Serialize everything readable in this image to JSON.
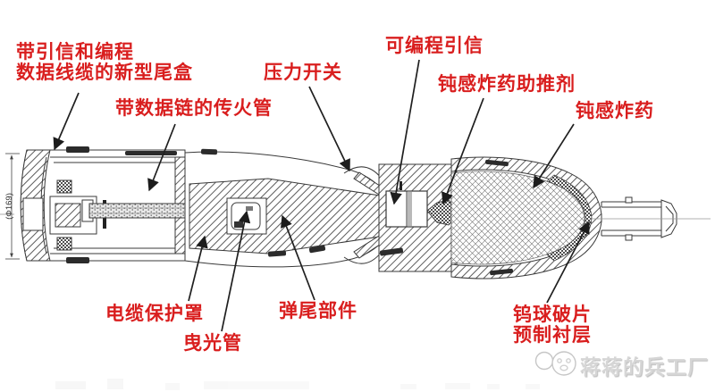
{
  "drawing": {
    "dimension_label": "(Φ169)",
    "description": "cutaway-of-programmable-mortar-projectile"
  },
  "labels": {
    "tail_box": {
      "line1": "带引信和编程",
      "line2": "数据线缆的新型尾盒"
    },
    "primer_tube": "带数据链的传火管",
    "pressure_switch": "压力开关",
    "programmable_fuze": "可编程引信",
    "booster": "钝感炸药助推剂",
    "explosive": "钝感炸药",
    "cable_cover": "电缆保护罩",
    "tracer_tube": "曳光管",
    "tail_assembly": "弹尾部件",
    "fragment_liner": {
      "line1": "钨球破片",
      "line2": "预制衬层"
    }
  },
  "watermark": {
    "text": "蒋蒋的兵工厂",
    "logo": "piglet-logo"
  },
  "colors": {
    "label_red": "#d91e1e",
    "line": "#222222",
    "watermark_gray": "#d6d6d6"
  }
}
